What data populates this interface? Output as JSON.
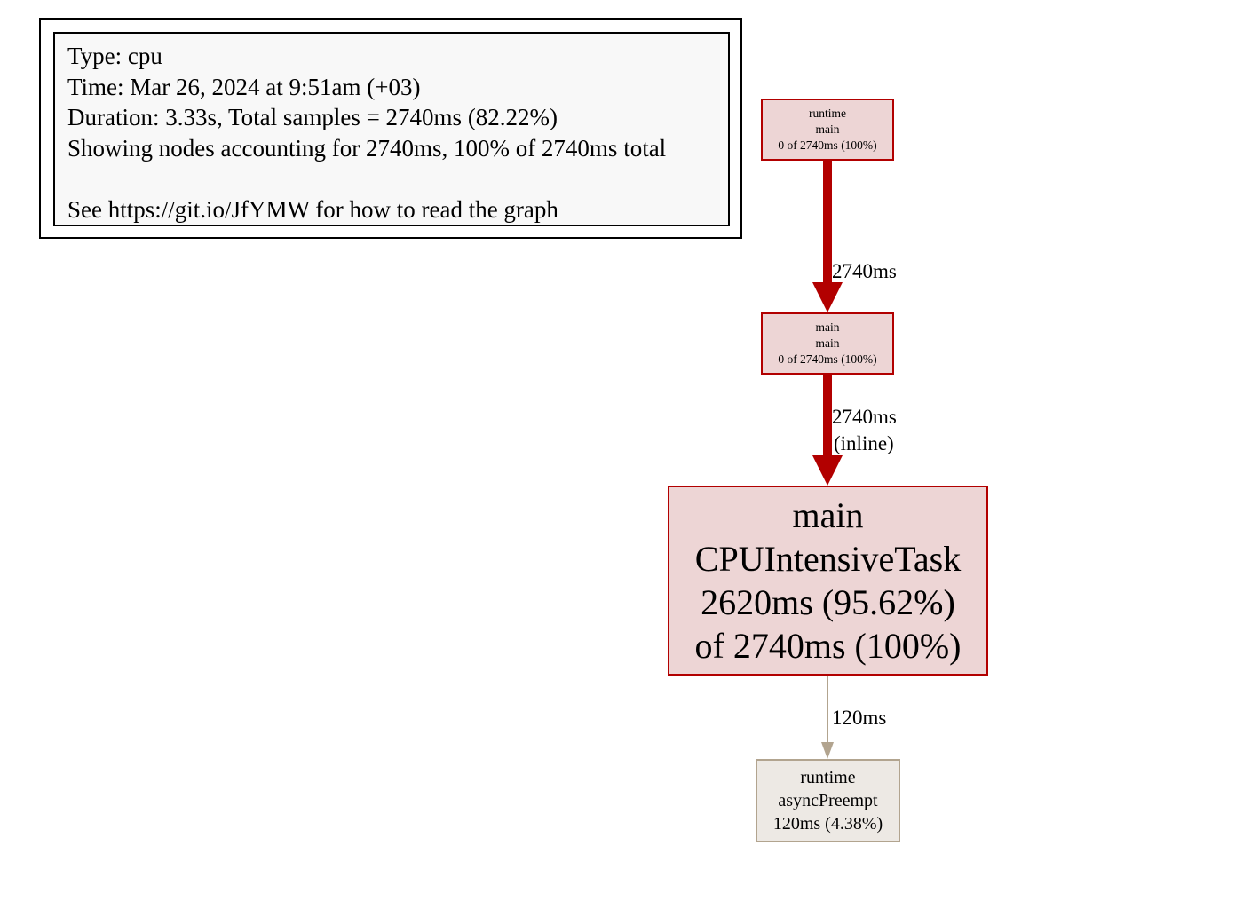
{
  "legend": {
    "type": "Type: cpu",
    "time": "Time: Mar 26, 2024 at 9:51am (+03)",
    "duration": "Duration: 3.33s, Total samples = 2740ms (82.22%)",
    "showing": "Showing nodes accounting for 2740ms, 100% of 2740ms total",
    "see": "See https://git.io/JfYMW for how to read the graph"
  },
  "nodes": {
    "runtime_main": {
      "package": "runtime",
      "func": "main",
      "stats": "0 of 2740ms (100%)"
    },
    "main_main": {
      "package": "main",
      "func": "main",
      "stats": "0 of 2740ms (100%)"
    },
    "cpu_task": {
      "package": "main",
      "func": "CPUIntensiveTask",
      "flat": "2620ms (95.62%)",
      "cum": "of 2740ms (100%)"
    },
    "async_preempt": {
      "package": "runtime",
      "func": "asyncPreempt",
      "stats": "120ms (4.38%)"
    }
  },
  "edges": {
    "runtime_to_main": {
      "label": "2740ms"
    },
    "main_to_task": {
      "label": "2740ms",
      "qualifier": "(inline)"
    },
    "task_to_preempt": {
      "label": "120ms"
    }
  },
  "colors": {
    "hot_edge": "#b20000",
    "cool_edge": "#b2a48f",
    "hot_node_fill": "#edd5d5",
    "cool_node_fill": "#ede9e4"
  }
}
